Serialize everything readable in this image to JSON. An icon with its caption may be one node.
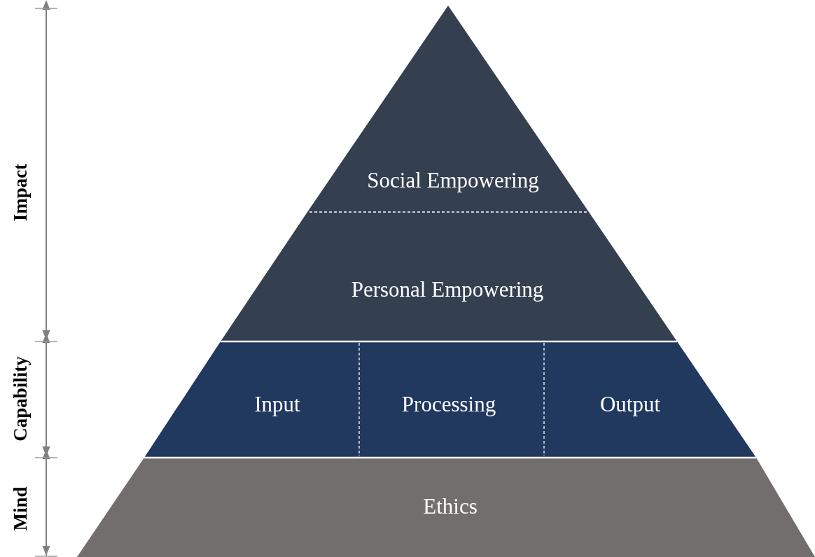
{
  "diagram": {
    "nodes": [
      {
        "text": [
          "Social Empowering"
        ]
      },
      {
        "text": [
          "Personal Empowering"
        ]
      },
      {
        "text": [
          "Input"
        ]
      },
      {
        "text": [
          "Processing"
        ]
      },
      {
        "text": [
          "Output"
        ]
      },
      {
        "text": [
          "Ethics"
        ]
      }
    ],
    "labels": [
      "Impact",
      "Capability",
      "Mind"
    ]
  }
}
